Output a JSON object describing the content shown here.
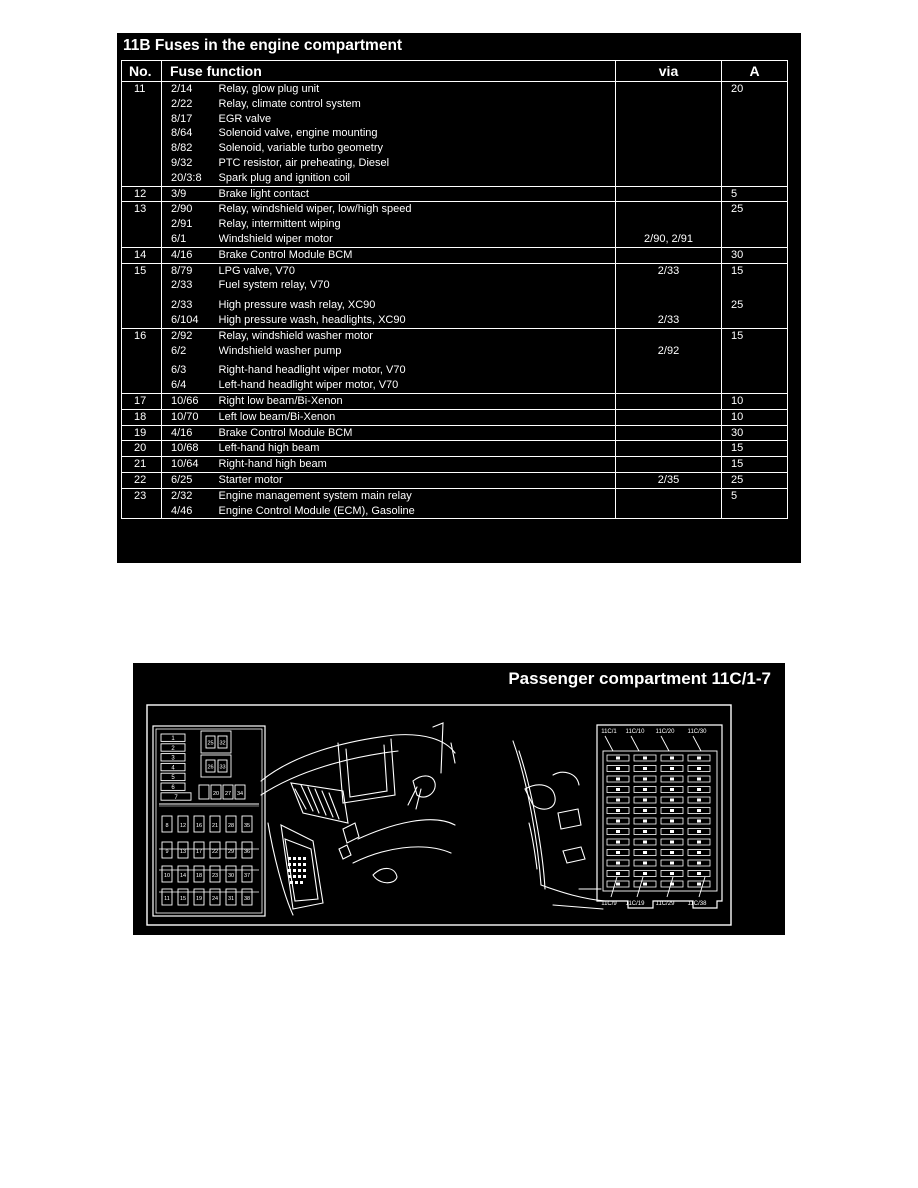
{
  "engine": {
    "title": "11B Fuses in the engine compartment",
    "headers": {
      "no": "No.",
      "function": "Fuse function",
      "via": "via",
      "amp": "A"
    },
    "rows": [
      {
        "no": "11",
        "lines": [
          {
            "code": "2/14",
            "desc": "Relay, glow plug unit",
            "via": "",
            "amp": "20"
          },
          {
            "code": "2/22",
            "desc": "Relay, climate control system",
            "via": "",
            "amp": ""
          },
          {
            "code": "8/17",
            "desc": "EGR valve",
            "via": "",
            "amp": ""
          },
          {
            "code": "8/64",
            "desc": "Solenoid valve, engine mounting",
            "via": "",
            "amp": ""
          },
          {
            "code": "8/82",
            "desc": "Solenoid, variable turbo geometry",
            "via": "",
            "amp": ""
          },
          {
            "code": "9/32",
            "desc": "PTC resistor, air preheating, Diesel",
            "via": "",
            "amp": ""
          },
          {
            "code": "20/3:8",
            "desc": "Spark plug and ignition coil",
            "via": "",
            "amp": ""
          }
        ]
      },
      {
        "no": "12",
        "lines": [
          {
            "code": "3/9",
            "desc": "Brake light contact",
            "via": "",
            "amp": "5"
          }
        ]
      },
      {
        "no": "13",
        "lines": [
          {
            "code": "2/90",
            "desc": "Relay, windshield wiper, low/high speed",
            "via": "",
            "amp": "25"
          },
          {
            "code": "2/91",
            "desc": "Relay, intermittent wiping",
            "via": "",
            "amp": ""
          },
          {
            "code": "6/1",
            "desc": "Windshield wiper motor",
            "via": "2/90, 2/91",
            "amp": ""
          }
        ]
      },
      {
        "no": "14",
        "lines": [
          {
            "code": "4/16",
            "desc": "Brake Control Module BCM",
            "via": "",
            "amp": "30"
          }
        ]
      },
      {
        "no": "15",
        "lines": [
          {
            "code": "8/79",
            "desc": "LPG valve, V70",
            "via": "2/33",
            "amp": "15"
          },
          {
            "code": "2/33",
            "desc": "Fuel system relay, V70",
            "via": "",
            "amp": "",
            "gapAfter": true
          },
          {
            "code": "2/33",
            "desc": "High pressure wash relay, XC90",
            "via": "",
            "amp": "25"
          },
          {
            "code": "6/104",
            "desc": "High pressure wash, headlights, XC90",
            "via": "2/33",
            "amp": ""
          }
        ]
      },
      {
        "no": "16",
        "lines": [
          {
            "code": "2/92",
            "desc": "Relay, windshield washer motor",
            "via": "",
            "amp": "15"
          },
          {
            "code": "6/2",
            "desc": "Windshield washer pump",
            "via": "2/92",
            "amp": "",
            "gapAfter": true
          },
          {
            "code": "6/3",
            "desc": "Right-hand headlight wiper motor, V70",
            "via": "",
            "amp": ""
          },
          {
            "code": "6/4",
            "desc": "Left-hand headlight wiper motor, V70",
            "via": "",
            "amp": ""
          }
        ]
      },
      {
        "no": "17",
        "lines": [
          {
            "code": "10/66",
            "desc": "Right low beam/Bi-Xenon",
            "via": "",
            "amp": "10"
          }
        ]
      },
      {
        "no": "18",
        "lines": [
          {
            "code": "10/70",
            "desc": "Left low beam/Bi-Xenon",
            "via": "",
            "amp": "10"
          }
        ]
      },
      {
        "no": "19",
        "lines": [
          {
            "code": "4/16",
            "desc": "Brake Control Module BCM",
            "via": "",
            "amp": "30"
          }
        ]
      },
      {
        "no": "20",
        "lines": [
          {
            "code": "10/68",
            "desc": "Left-hand high beam",
            "via": "",
            "amp": "15"
          }
        ]
      },
      {
        "no": "21",
        "lines": [
          {
            "code": "10/64",
            "desc": "Right-hand high beam",
            "via": "",
            "amp": "15"
          }
        ]
      },
      {
        "no": "22",
        "lines": [
          {
            "code": "6/25",
            "desc": "Starter motor",
            "via": "2/35",
            "amp": "25"
          }
        ]
      },
      {
        "no": "23",
        "lines": [
          {
            "code": "2/32",
            "desc": "Engine management system main relay",
            "via": "",
            "amp": "5"
          },
          {
            "code": "4/46",
            "desc": "Engine Control Module (ECM), Gasoline",
            "via": "",
            "amp": ""
          }
        ]
      }
    ]
  },
  "passenger": {
    "title": "Passenger compartment 11C/1-7",
    "left_box": {
      "fuses": [
        "1",
        "2",
        "3",
        "4",
        "5",
        "6",
        "7"
      ],
      "top_right_pairs": [
        [
          "25",
          "32"
        ],
        [
          "26",
          "33"
        ]
      ],
      "row_a": [
        "20",
        "27",
        "34"
      ],
      "grid": [
        [
          "8",
          "12",
          "16",
          "21",
          "28",
          "35"
        ],
        [
          "9",
          "13",
          "17",
          "22",
          "29",
          "36"
        ],
        [
          "10",
          "14",
          "18",
          "23",
          "30",
          "37"
        ],
        [
          "11",
          "15",
          "19",
          "24",
          "31",
          "38"
        ]
      ]
    },
    "right_box": {
      "top_labels": [
        "11C/1",
        "11C/10",
        "11C/20",
        "11C/30"
      ],
      "bottom_labels": [
        "11C/9",
        "11C/19",
        "11C/29",
        "11C/38"
      ]
    }
  }
}
